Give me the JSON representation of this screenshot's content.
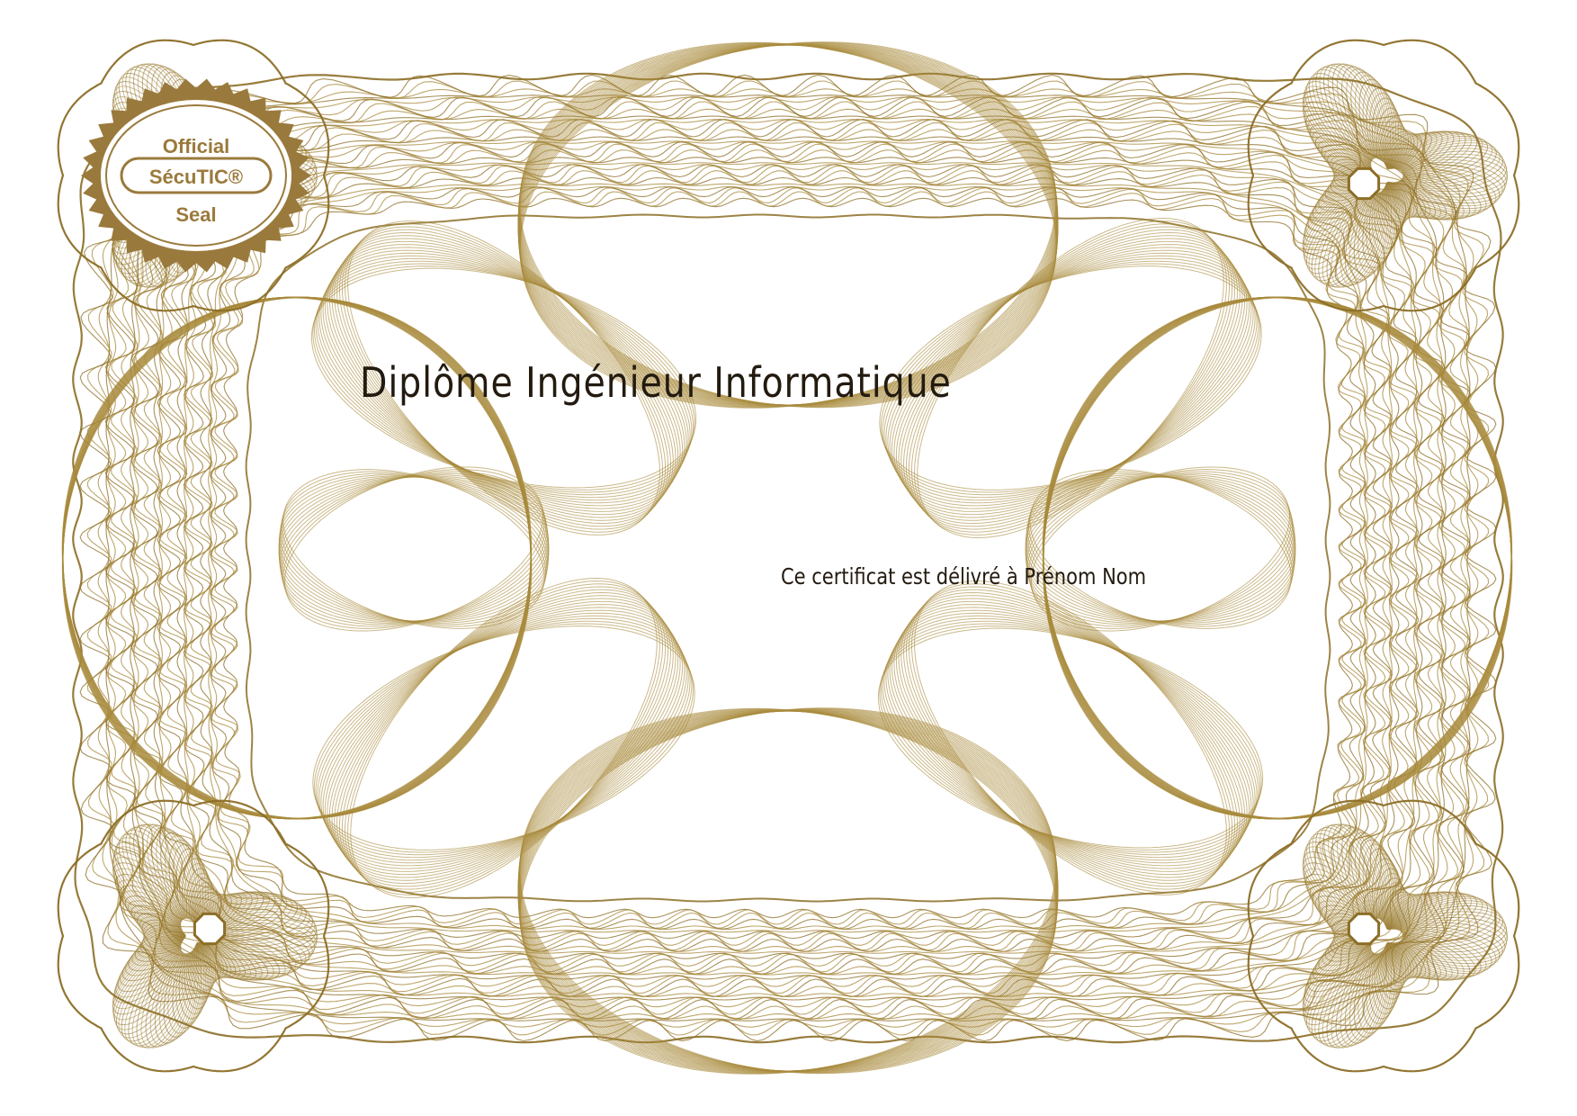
{
  "certificate": {
    "title": "Diplôme Ingénieur Informatique",
    "recipient_text": "Ce certificat est délivré à Prénom Nom"
  },
  "seal": {
    "line1": "Official",
    "brand": "SécuTIC®",
    "line3": "Seal"
  },
  "colors": {
    "guilloche": "#a88a3c",
    "guilloche_dark": "#8c6e26",
    "seal_fill": "#9a7a3c",
    "text": "#231a10",
    "background": "#ffffff"
  },
  "icons": [
    "seal-badge-icon",
    "octagon-rosette-icon"
  ]
}
